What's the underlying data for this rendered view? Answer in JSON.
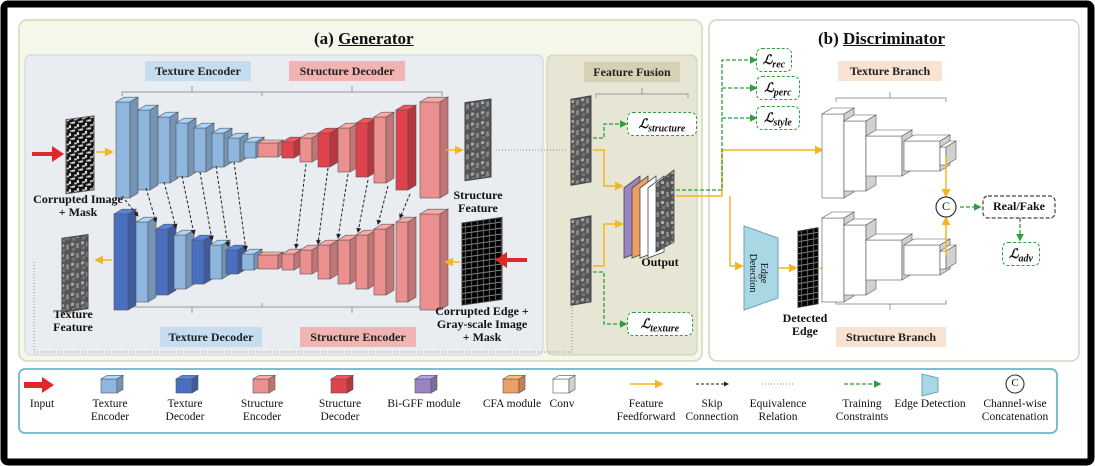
{
  "generator": {
    "prefix": "(a) ",
    "title": "Generator",
    "texture_encoder": "Texture Encoder",
    "structure_decoder": "Structure Decoder",
    "texture_decoder": "Texture Decoder",
    "structure_encoder": "Structure Encoder",
    "corrupted_image": [
      "Corrupted Image",
      "+ Mask"
    ],
    "structure_feature": [
      "Structure",
      "Feature"
    ],
    "texture_feature": [
      "Texture",
      "Feature"
    ],
    "corrupted_edge": [
      "Corrupted Edge +",
      "Gray-scale Image",
      "+ Mask"
    ]
  },
  "fusion": {
    "title": "Feature Fusion",
    "loss_structure": "ℒstructure",
    "loss_texture": "ℒtexture",
    "output": "Output"
  },
  "discriminator": {
    "prefix": "(b) ",
    "title": "Discriminator",
    "texture_branch": "Texture Branch",
    "structure_branch": "Structure Branch",
    "edge_detection": "Edge Detection",
    "detected_edge": [
      "Detected",
      "Edge"
    ],
    "real_fake": "Real/Fake",
    "concat_symbol": "C",
    "loss_rec": "ℒrec",
    "loss_perc": "ℒperc",
    "loss_style": "ℒstyle",
    "loss_adv": "ℒadv"
  },
  "legend": {
    "items": [
      {
        "key": "input",
        "label": [
          "Input"
        ]
      },
      {
        "key": "texture-encoder",
        "label": [
          "Texture",
          "Encoder"
        ]
      },
      {
        "key": "texture-decoder",
        "label": [
          "Texture",
          "Decoder"
        ]
      },
      {
        "key": "structure-encoder",
        "label": [
          "Structure",
          "Encoder"
        ]
      },
      {
        "key": "structure-decoder",
        "label": [
          "Structure",
          "Decoder"
        ]
      },
      {
        "key": "bigff",
        "label": [
          "Bi-GFF module"
        ]
      },
      {
        "key": "cfa",
        "label": [
          "CFA module"
        ]
      },
      {
        "key": "conv",
        "label": [
          "Conv"
        ]
      },
      {
        "key": "feedforward",
        "label": [
          "Feature",
          "Feedforward"
        ]
      },
      {
        "key": "skip",
        "label": [
          "Skip",
          "Connection"
        ]
      },
      {
        "key": "equivalence",
        "label": [
          "Equivalence",
          "Relation"
        ]
      },
      {
        "key": "training",
        "label": [
          "Training",
          "Constraints"
        ]
      },
      {
        "key": "edge-detection",
        "label": [
          "Edge Detection"
        ]
      },
      {
        "key": "concat",
        "label": [
          "Channel-wise",
          "Concatenation"
        ],
        "symbol": "C"
      }
    ]
  },
  "colors": {
    "texture_encoder": "#8fb6de",
    "texture_decoder": "#4a6fc0",
    "structure_encoder": "#ec8f8f",
    "structure_decoder": "#e0434b",
    "bigff": "#9b84c4",
    "cfa": "#eca066",
    "feedforward": "#f2b622",
    "training": "#2e9e3e",
    "edge_detection": "#a9d8e4",
    "input_arrow": "#e02828"
  }
}
